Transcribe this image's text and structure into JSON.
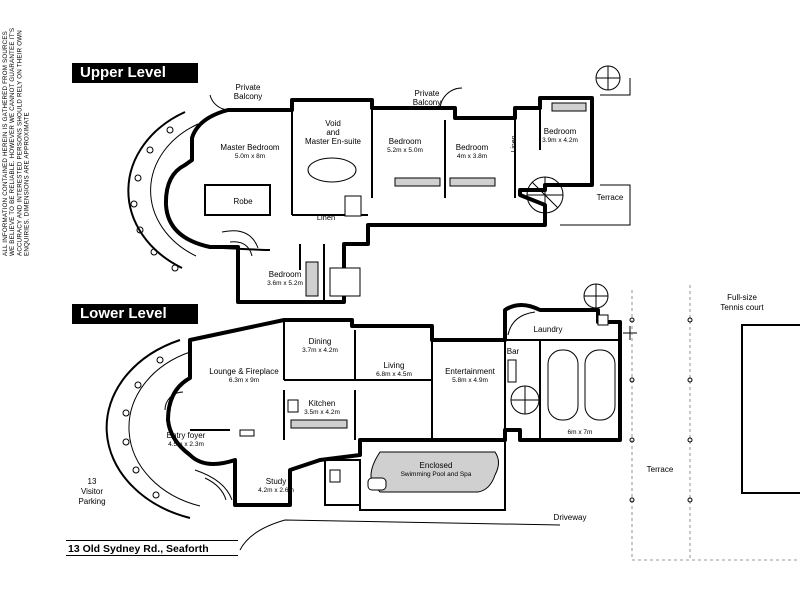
{
  "disclaimer": "ALL INFORMATION CONTAINED HEREIN IS GATHERED FROM SOURCES WE BELIEVE TO BE RELIABLE. HOWEVER WE CANNOT GUARANTEE IT'S ACCURACY AND INTERESTED PERSONS SHOULD RELY ON THEIR OWN ENQUIRIES. DIMENSIONS ARE APPROXIMATE",
  "upper_level": {
    "title": "Upper Level",
    "rooms": {
      "master_bedroom": {
        "name": "Master Bedroom",
        "dims": "5.0m x 8m"
      },
      "robe": {
        "name": "Robe"
      },
      "void_ensuite": {
        "line1": "Void",
        "line2": "and",
        "line3": "Master En-suite"
      },
      "private_balcony_1": {
        "line1": "Private",
        "line2": "Balcony"
      },
      "private_balcony_2": {
        "line1": "Private",
        "line2": "Balcony"
      },
      "bedroom_1": {
        "name": "Bedroom",
        "dims": "5.2m x 5.0m"
      },
      "bedroom_2": {
        "name": "Bedroom",
        "dims": "4m x 3.8m"
      },
      "bedroom_3": {
        "name": "Bedroom",
        "dims": "3.9m x 4.2m"
      },
      "bedroom_4": {
        "name": "Bedroom",
        "dims": "3.6m x 5.2m"
      },
      "linen_1": {
        "name": "Linen"
      },
      "linen_2": {
        "name": "Linen"
      },
      "terrace": {
        "name": "Terrace"
      }
    }
  },
  "lower_level": {
    "title": "Lower Level",
    "rooms": {
      "dining": {
        "name": "Dining",
        "dims": "3.7m x 4.2m"
      },
      "lounge": {
        "name": "Lounge & Fireplace",
        "dims": "6.3m x 9m"
      },
      "living": {
        "name": "Living",
        "dims": "6.8m x 4.5m"
      },
      "kitchen": {
        "name": "Kitchen",
        "dims": "3.5m x 4.2m"
      },
      "entertainment": {
        "name": "Entertainment",
        "dims": "5.8m x 4.9m"
      },
      "bar": {
        "name": "Bar"
      },
      "laundry": {
        "name": "Laundry"
      },
      "garage": {
        "dims": "6m x 7m"
      },
      "entry_foyer": {
        "name": "Entry foyer",
        "dims": "4.5m x 2.3m"
      },
      "study": {
        "name": "Study",
        "dims": "4.2m x 2.6m"
      },
      "pool": {
        "line1": "Enclosed",
        "line2": "Swimming Pool and Spa"
      },
      "terrace": {
        "name": "Terrace"
      },
      "driveway": {
        "name": "Driveway"
      },
      "visitor_parking": {
        "line1": "13",
        "line2": "Visitor",
        "line3": "Parking"
      },
      "tennis_court": {
        "line1": "Full-size",
        "line2": "Tennis court"
      }
    }
  },
  "address": "13 Old Sydney Rd., Seaforth"
}
